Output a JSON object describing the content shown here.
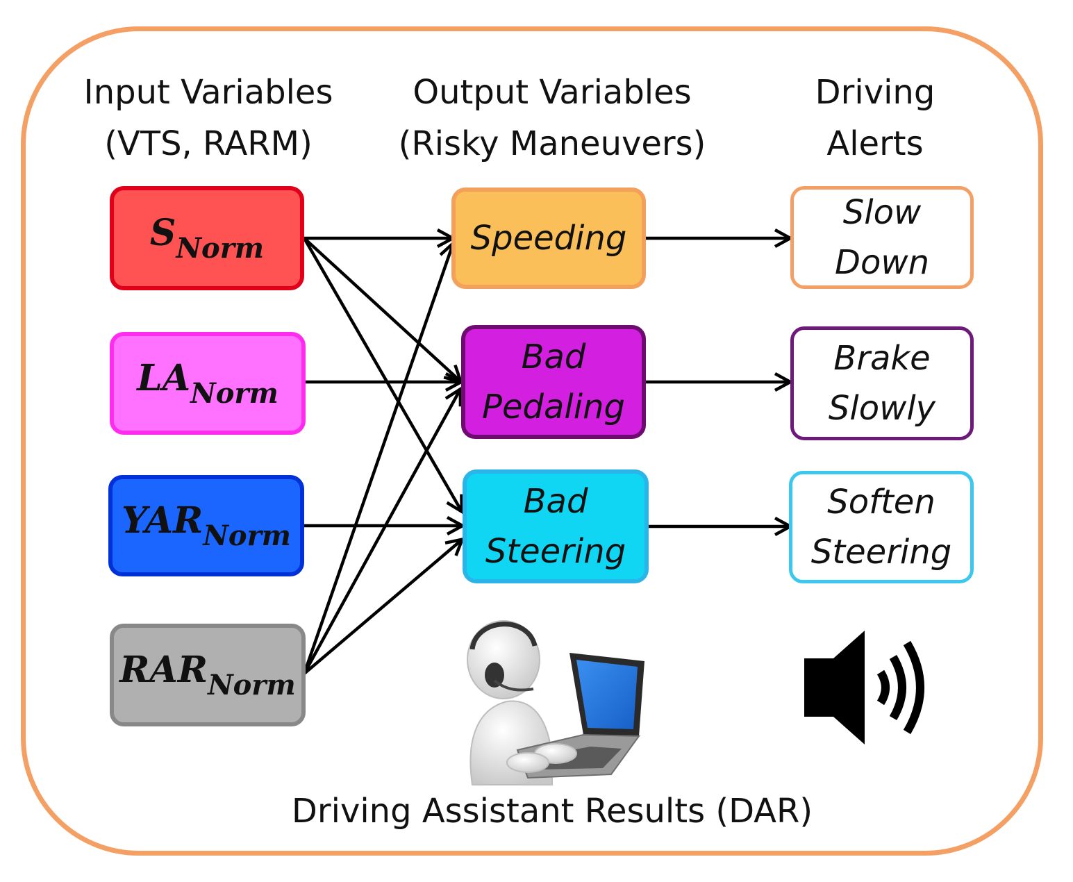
{
  "headers": {
    "input": [
      "Input Variables",
      "(VTS, RARM)"
    ],
    "output": [
      "Output Variables",
      "(Risky Maneuvers)"
    ],
    "alerts": [
      "Driving",
      "Alerts"
    ]
  },
  "inputs": [
    {
      "main": "S",
      "sub": "Norm",
      "fill": "#ff5252",
      "border": "#e0001a"
    },
    {
      "main": "LA",
      "sub": "Norm",
      "fill": "#ff72ff",
      "border": "#ff2cf0"
    },
    {
      "main": "YAR",
      "sub": "Norm",
      "fill": "#1a66ff",
      "border": "#0030d8"
    },
    {
      "main": "RAR",
      "sub": "Norm",
      "fill": "#b0b0b0",
      "border": "#888888"
    }
  ],
  "outputs": [
    {
      "lines": [
        "Speeding"
      ],
      "fill": "#fbbf5a",
      "border": "#f2a05a"
    },
    {
      "lines": [
        "Bad",
        "Pedaling"
      ],
      "fill": "#d21fe0",
      "border": "#6e0a70"
    },
    {
      "lines": [
        "Bad",
        "Steering"
      ],
      "fill": "#10d6f4",
      "border": "#2ab4e8"
    }
  ],
  "alerts": [
    {
      "lines": [
        "Slow",
        "Down"
      ],
      "border": "#f4a064"
    },
    {
      "lines": [
        "Brake",
        "Slowly"
      ],
      "border": "#6e1a7a"
    },
    {
      "lines": [
        "Soften",
        "Steering"
      ],
      "border": "#3cc8ee"
    }
  ],
  "connections": [
    {
      "from": "S",
      "to": [
        "Speeding",
        "Bad Pedaling",
        "Bad Steering"
      ]
    },
    {
      "from": "LA",
      "to": [
        "Bad Pedaling"
      ]
    },
    {
      "from": "YAR",
      "to": [
        "Bad Steering"
      ]
    },
    {
      "from": "RAR",
      "to": [
        "Speeding",
        "Bad Pedaling",
        "Bad Steering"
      ]
    },
    {
      "from": "Speeding",
      "to": [
        "Slow Down"
      ]
    },
    {
      "from": "Bad Pedaling",
      "to": [
        "Brake Slowly"
      ]
    },
    {
      "from": "Bad Steering",
      "to": [
        "Soften Steering"
      ]
    }
  ],
  "footer": "Driving Assistant Results (DAR)",
  "icons": [
    "headset-person-laptop-icon",
    "speaker-sound-icon"
  ]
}
